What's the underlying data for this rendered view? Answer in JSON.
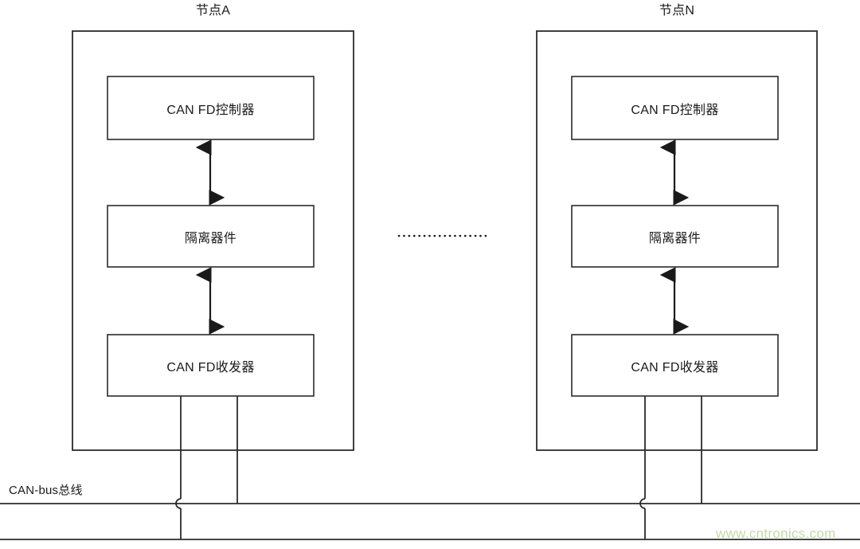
{
  "diagram": {
    "title_hidden": "",
    "line_color": "#2b2b2b",
    "text_color": "#1a1a1a",
    "watermark_color": "#c3d9ab",
    "background": "#ffffff"
  },
  "nodes": [
    {
      "id": "node-a",
      "title": "节点A",
      "blocks": [
        {
          "id": "controller",
          "label": "CAN FD控制器"
        },
        {
          "id": "isolator",
          "label": "隔离器件"
        },
        {
          "id": "transceiver",
          "label": "CAN FD收发器"
        }
      ],
      "connectors": [
        {
          "id": "controller-isolator-link",
          "type": "double-arrow"
        },
        {
          "id": "isolator-transceiver-link",
          "type": "double-arrow"
        }
      ],
      "bus_drops": [
        {
          "id": "can-high-drop",
          "crosses": "hop-over"
        },
        {
          "id": "can-low-drop",
          "crosses": "terminate"
        }
      ]
    },
    {
      "id": "node-n",
      "title": "节点N",
      "blocks": [
        {
          "id": "controller",
          "label": "CAN FD控制器"
        },
        {
          "id": "isolator",
          "label": "隔离器件"
        },
        {
          "id": "transceiver",
          "label": "CAN FD收发器"
        }
      ],
      "connectors": [
        {
          "id": "controller-isolator-link",
          "type": "double-arrow"
        },
        {
          "id": "isolator-transceiver-link",
          "type": "double-arrow"
        }
      ],
      "bus_drops": [
        {
          "id": "can-high-drop",
          "crosses": "hop-over"
        },
        {
          "id": "can-low-drop",
          "crosses": "terminate"
        }
      ]
    }
  ],
  "ellipsis": {
    "id": "node-continuation-dots",
    "style": "dotted",
    "dot_count": 18
  },
  "bus": {
    "label": "CAN-bus总线",
    "lines": [
      {
        "id": "bus-line-upper"
      },
      {
        "id": "bus-line-lower"
      }
    ]
  },
  "watermark": {
    "text": "www.cntronics.com"
  }
}
